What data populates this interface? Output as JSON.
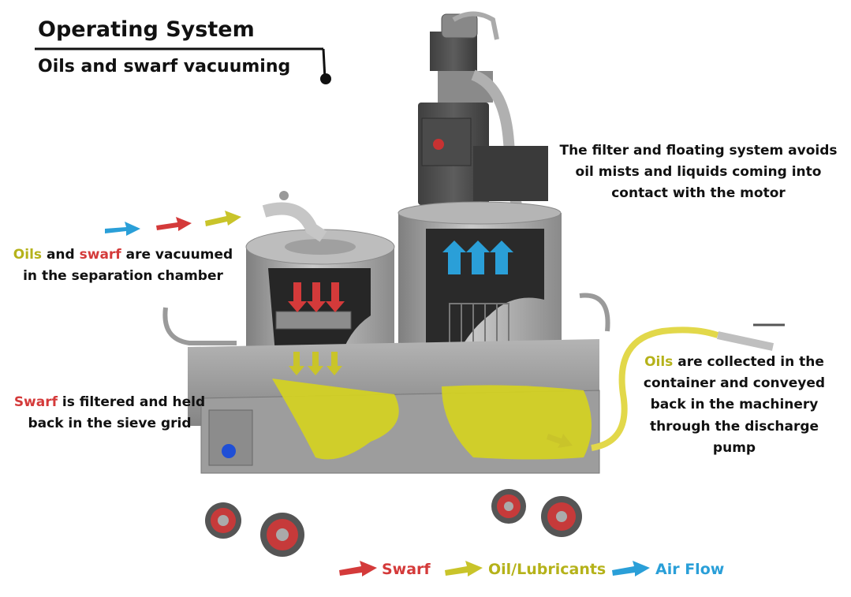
{
  "header": {
    "title": "Operating System",
    "subtitle": "Oils and swarf vacuuming"
  },
  "annotations": {
    "filter_note": {
      "lines": [
        "The filter and floating system avoids",
        "oil mists and liquids coming into",
        "contact with the motor"
      ]
    },
    "vacuum_note": {
      "oils": "Oils",
      "and": " and ",
      "swarf": "swarf",
      "rest": " are vacuumed",
      "line2": "in the separation chamber"
    },
    "swarf_note": {
      "swarf": "Swarf",
      "rest": " is filtered and held",
      "line2": "back in the sieve grid"
    },
    "oils_note": {
      "oils": "Oils",
      "rest": " are collected in the",
      "line2": "container and conveyed",
      "line3": "back in the machinery",
      "line4": "through the discharge",
      "line5": "pump"
    }
  },
  "legend": {
    "items": [
      {
        "label": "Swarf",
        "color": "#d43a3a"
      },
      {
        "label": "Oil/Lubricants",
        "color": "#b5b21a"
      },
      {
        "label": "Air Flow",
        "color": "#2a9fd8"
      }
    ]
  },
  "colors": {
    "swarf": "#d43a3a",
    "oil": "#d6d41e",
    "air": "#2a9fd8",
    "steel": "#9a9a9a"
  }
}
